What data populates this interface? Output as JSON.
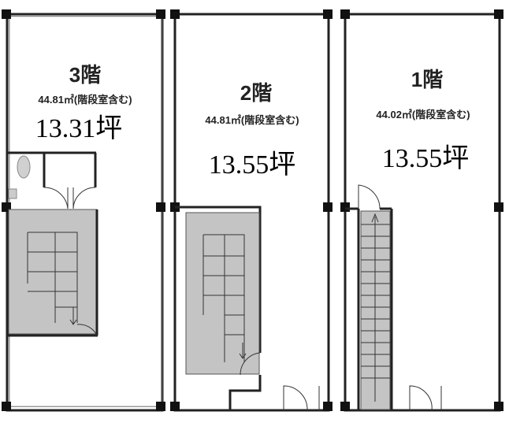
{
  "floors": [
    {
      "name": "3階",
      "area": "44.81㎡(階段室含む)",
      "tsubo": "13.31坪"
    },
    {
      "name": "2階",
      "area": "44.81㎡(階段室含む)",
      "tsubo": "13.55坪"
    },
    {
      "name": "1階",
      "area": "44.02㎡(階段室含む)",
      "tsubo": "13.55坪"
    }
  ]
}
